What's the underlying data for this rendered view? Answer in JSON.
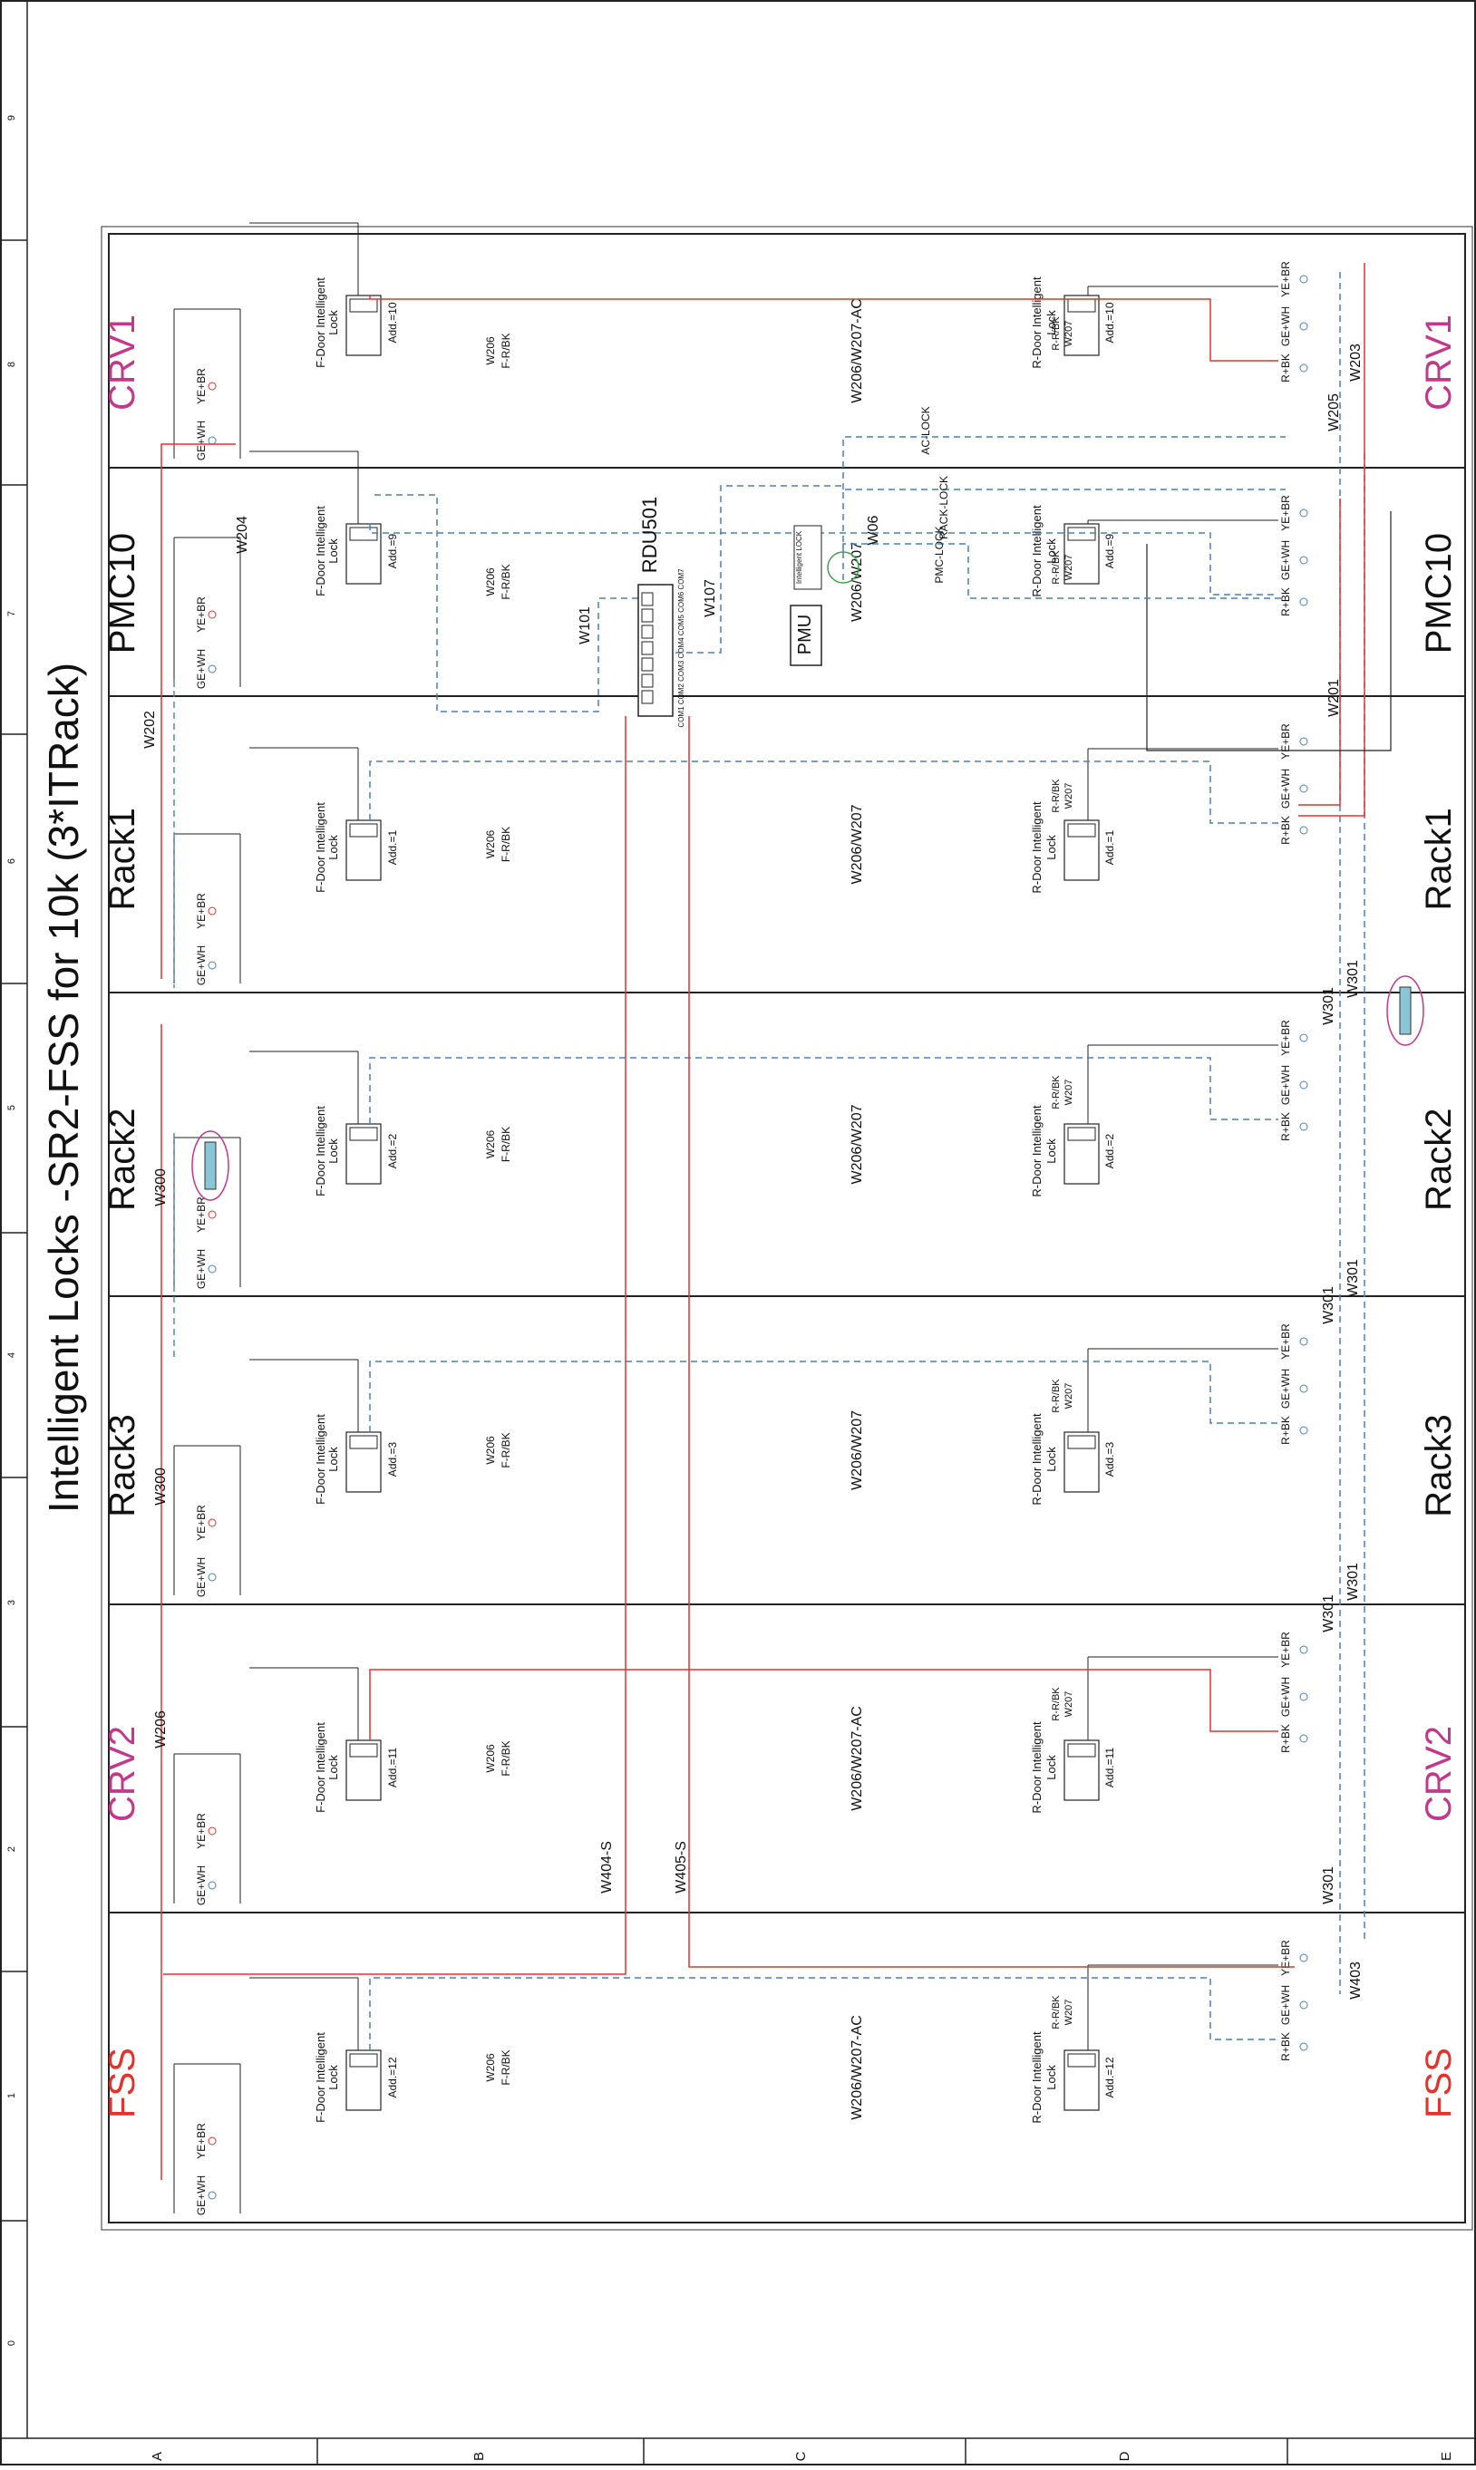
{
  "title": "Intelligent Locks -SR2-FSS for 10k (3*ITRack)",
  "border": {
    "left_zones": [
      "0",
      "1",
      "2",
      "3",
      "4",
      "5",
      "6",
      "7",
      "8",
      "9"
    ],
    "bottom_zones": [
      "A",
      "B",
      "C",
      "D",
      "E"
    ]
  },
  "cabinets": [
    {
      "name": "FSS",
      "front_addr": "Add.=12",
      "rear_addr": "Add.=12",
      "color": "#e8312b"
    },
    {
      "name": "CRV2",
      "front_addr": "Add.=11",
      "rear_addr": "Add.=11",
      "color": "#c4378a"
    },
    {
      "name": "Rack3",
      "front_addr": "Add.=3",
      "rear_addr": "Add.=3",
      "color": "#111111"
    },
    {
      "name": "Rack2",
      "front_addr": "Add.=2",
      "rear_addr": "Add.=2",
      "color": "#111111"
    },
    {
      "name": "Rack1",
      "front_addr": "Add.=1",
      "rear_addr": "Add.=1",
      "color": "#111111"
    },
    {
      "name": "PMC10",
      "front_addr": "Add.=9",
      "rear_addr": "Add.=9",
      "color": "#111111"
    },
    {
      "name": "CRV1",
      "front_addr": "Add.=10",
      "rear_addr": "Add.=10",
      "color": "#c4378a"
    }
  ],
  "lock_labels": {
    "front": [
      "F-Door Intelligent",
      "Lock"
    ],
    "rear": [
      "R-Door Intelligent",
      "Lock"
    ]
  },
  "connectors": {
    "ye_br": "YE+BR",
    "ge_wh": "GE+WH",
    "r_bk": "R+BK",
    "r_r_bk": "R-R/BK",
    "f_r_bk": "F-R/BK"
  },
  "wires": {
    "w206": "W206",
    "w207": "W207",
    "w206_w207": "W206/W207",
    "w206_w207_ac": "W206/W207-AC",
    "w300": "W300",
    "w301": "W301",
    "w202": "W202",
    "w204": "W204",
    "w201": "W201",
    "w203": "W203",
    "w205": "W205",
    "w101": "W101",
    "w107": "W107",
    "w06": "W06",
    "w403": "W403",
    "w404s": "W404-S",
    "w405s": "W405-S"
  },
  "devices": {
    "rdu": "RDU501",
    "rdu_ports": "COM1 COM2 COM3 COM4 COM5 COM6 COM7",
    "pmu": "PMU",
    "pmu_port": "Intelligent LOCK"
  },
  "signals": {
    "ac_lock": "AC-LOCK",
    "rack_lock": "RACK-LOCK",
    "pmc_lock": "PMC-LOCK"
  },
  "colors": {
    "red_wire": "#e8312b",
    "blue_dashed": "#4a7fc1",
    "magenta": "#c4378a",
    "frame": "#222222"
  }
}
